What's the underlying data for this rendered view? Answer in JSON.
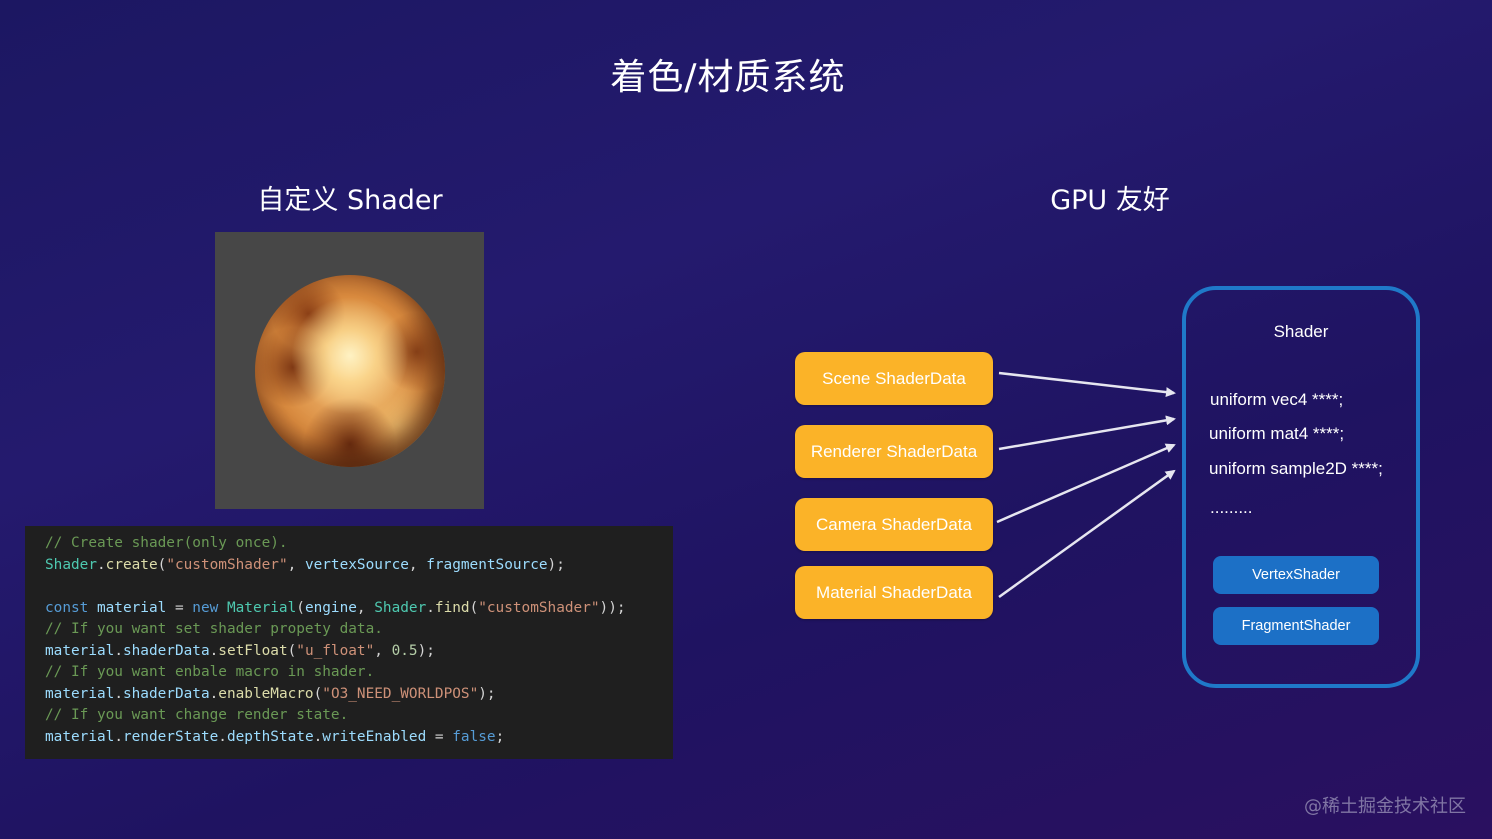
{
  "title": "着色/材质系统",
  "left_section": {
    "heading": "自定义 Shader",
    "code": [
      [
        {
          "t": "// Create shader(only once).",
          "c": "comment"
        }
      ],
      [
        {
          "t": "Shader",
          "c": "type"
        },
        {
          "t": ".",
          "c": "plain"
        },
        {
          "t": "create",
          "c": "func"
        },
        {
          "t": "(",
          "c": "plain"
        },
        {
          "t": "\"customShader\"",
          "c": "string"
        },
        {
          "t": ", ",
          "c": "plain"
        },
        {
          "t": "vertexSource",
          "c": "var"
        },
        {
          "t": ", ",
          "c": "plain"
        },
        {
          "t": "fragmentSource",
          "c": "var"
        },
        {
          "t": ");",
          "c": "plain"
        }
      ],
      [],
      [
        {
          "t": "const ",
          "c": "keyword"
        },
        {
          "t": "material",
          "c": "var"
        },
        {
          "t": " = ",
          "c": "plain"
        },
        {
          "t": "new ",
          "c": "keyword"
        },
        {
          "t": "Material",
          "c": "type"
        },
        {
          "t": "(",
          "c": "plain"
        },
        {
          "t": "engine",
          "c": "var"
        },
        {
          "t": ", ",
          "c": "plain"
        },
        {
          "t": "Shader",
          "c": "type"
        },
        {
          "t": ".",
          "c": "plain"
        },
        {
          "t": "find",
          "c": "func"
        },
        {
          "t": "(",
          "c": "plain"
        },
        {
          "t": "\"customShader\"",
          "c": "string"
        },
        {
          "t": "));",
          "c": "plain"
        }
      ],
      [
        {
          "t": "// If you want set shader propety data.",
          "c": "comment"
        }
      ],
      [
        {
          "t": "material",
          "c": "var"
        },
        {
          "t": ".",
          "c": "plain"
        },
        {
          "t": "shaderData",
          "c": "var"
        },
        {
          "t": ".",
          "c": "plain"
        },
        {
          "t": "setFloat",
          "c": "func"
        },
        {
          "t": "(",
          "c": "plain"
        },
        {
          "t": "\"u_float\"",
          "c": "string"
        },
        {
          "t": ", ",
          "c": "plain"
        },
        {
          "t": "0.5",
          "c": "number"
        },
        {
          "t": ");",
          "c": "plain"
        }
      ],
      [
        {
          "t": "// If you want enbale macro in shader.",
          "c": "comment"
        }
      ],
      [
        {
          "t": "material",
          "c": "var"
        },
        {
          "t": ".",
          "c": "plain"
        },
        {
          "t": "shaderData",
          "c": "var"
        },
        {
          "t": ".",
          "c": "plain"
        },
        {
          "t": "enableMacro",
          "c": "func"
        },
        {
          "t": "(",
          "c": "plain"
        },
        {
          "t": "\"O3_NEED_WORLDPOS\"",
          "c": "string"
        },
        {
          "t": ");",
          "c": "plain"
        }
      ],
      [
        {
          "t": "// If you want change render state.",
          "c": "comment"
        }
      ],
      [
        {
          "t": "material",
          "c": "var"
        },
        {
          "t": ".",
          "c": "plain"
        },
        {
          "t": "renderState",
          "c": "var"
        },
        {
          "t": ".",
          "c": "plain"
        },
        {
          "t": "depthState",
          "c": "var"
        },
        {
          "t": ".",
          "c": "plain"
        },
        {
          "t": "writeEnabled",
          "c": "var"
        },
        {
          "t": " = ",
          "c": "plain"
        },
        {
          "t": "false",
          "c": "keyword"
        },
        {
          "t": ";",
          "c": "plain"
        }
      ]
    ]
  },
  "right_section": {
    "heading": "GPU 友好",
    "shader_data_boxes": [
      "Scene ShaderData",
      "Renderer ShaderData",
      "Camera ShaderData",
      "Material ShaderData"
    ],
    "shader_panel": {
      "title": "Shader",
      "uniforms": [
        "uniform vec4 ****;",
        "uniform mat4 ****;",
        "uniform sample2D ****;",
        "........."
      ],
      "buttons": [
        "VertexShader",
        "FragmentShader"
      ]
    }
  },
  "colors": {
    "data_box": "#fbb328",
    "panel_border": "#1f79c9",
    "shader_button": "#1c70c6"
  },
  "watermark": "@稀土掘金技术社区"
}
